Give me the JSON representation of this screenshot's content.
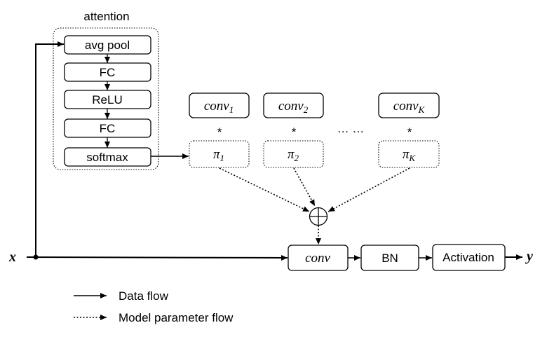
{
  "attention": {
    "title": "attention",
    "layers": [
      "avg pool",
      "FC",
      "ReLU",
      "FC",
      "softmax"
    ]
  },
  "kernels": [
    {
      "name": "conv",
      "sub": "1",
      "weight": "π",
      "weight_sub": "1"
    },
    {
      "name": "conv",
      "sub": "2",
      "weight": "π",
      "weight_sub": "2"
    },
    {
      "name": "conv",
      "sub": "K",
      "weight": "π",
      "weight_sub": "K"
    }
  ],
  "multiply_symbol": "*",
  "ellipsis": "… …",
  "main_path": {
    "input": "x",
    "conv": "conv",
    "bn": "BN",
    "activation": "Activation",
    "output": "y"
  },
  "legend": {
    "data_flow": "Data flow",
    "param_flow": "Model parameter flow"
  }
}
